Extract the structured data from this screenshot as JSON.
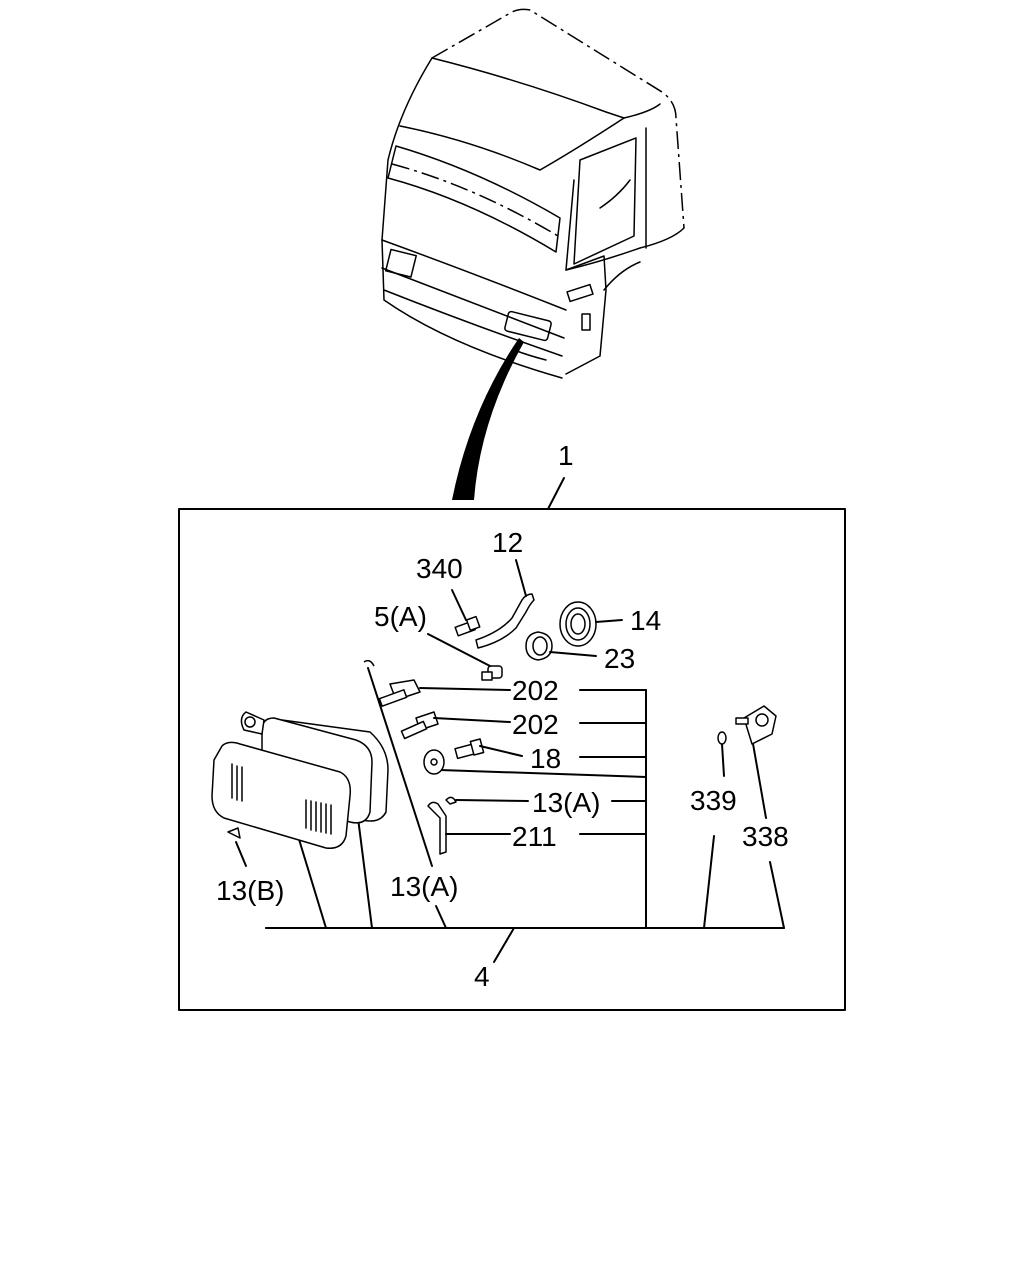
{
  "callouts": {
    "assembly": "1",
    "harness": "4",
    "p12": "12",
    "p14": "14",
    "p18": "18",
    "p23": "23",
    "p202a": "202",
    "p202b": "202",
    "p211": "211",
    "p338": "338",
    "p339": "339",
    "p340": "340",
    "p5a": "5(A)",
    "p13a_right": "13(A)",
    "p13a_bottom": "13(A)",
    "p13b": "13(B)"
  }
}
